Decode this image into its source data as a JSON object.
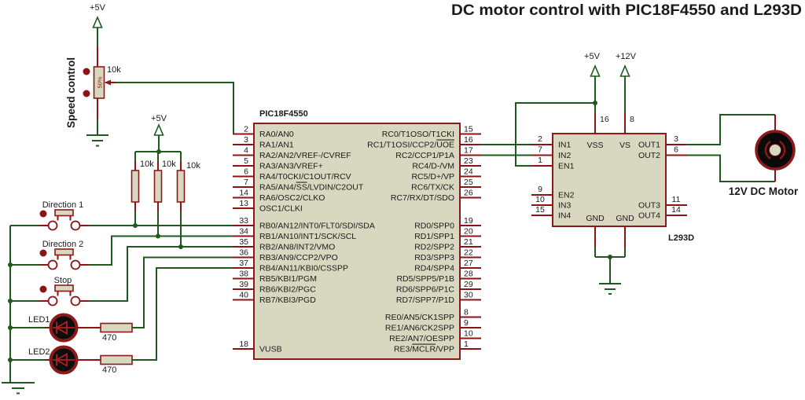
{
  "title": "DC motor control with PIC18F4550 and L293D",
  "colors": {
    "wire_green": "#1E5A1E",
    "pin_red": "#8C1414",
    "component_fill": "#D8D8C0",
    "component_border": "#8B1A1A",
    "led_symbol_red": "#B02020",
    "text": "#1A1A1A",
    "background": "#FFFFFF"
  },
  "speed_control": {
    "title": "Speed control",
    "supply": "+5V",
    "value": "10k",
    "wiper": "50%"
  },
  "pullups": {
    "supply": "+5V",
    "r1": "10k",
    "r2": "10k",
    "r3": "10k"
  },
  "buttons": {
    "b1": "Direction 1",
    "b2": "Direction 2",
    "b3": "Stop"
  },
  "leds": {
    "led1": "LED1",
    "led1_resistor": "470",
    "led2": "LED2",
    "led2_resistor": "470"
  },
  "pic": {
    "name": "PIC18F4550",
    "la": [
      {
        "num": "2",
        "label": "RA0/AN0"
      },
      {
        "num": "3",
        "label": "RA1/AN1"
      },
      {
        "num": "4",
        "label": "RA2/AN2/VREF-/CVREF"
      },
      {
        "num": "5",
        "label": "RA3/AN3/VREF+"
      },
      {
        "num": "6",
        "label": "RA4/T0CKI/C1OUT/RCV"
      },
      {
        "num": "7",
        "pre": "RA5/AN4/",
        "over": "SS",
        "post": "/LVDIN/C2OUT"
      },
      {
        "num": "14",
        "label": "RA6/OSC2/CLKO"
      },
      {
        "num": "13",
        "label": "OSC1/CLKI"
      }
    ],
    "lb": [
      {
        "num": "33",
        "label": "RB0/AN12/INT0/FLT0/SDI/SDA"
      },
      {
        "num": "34",
        "label": "RB1/AN10/INT1/SCK/SCL"
      },
      {
        "num": "35",
        "label": "RB2/AN8/INT2/VMO"
      },
      {
        "num": "36",
        "label": "RB3/AN9/CCP2/VPO"
      },
      {
        "num": "37",
        "label": "RB4/AN11/KBI0/CSSPP"
      },
      {
        "num": "38",
        "label": "RB5/KBI1/PGM"
      },
      {
        "num": "39",
        "label": "RB6/KBI2/PGC"
      },
      {
        "num": "40",
        "label": "RB7/KBI3/PGD"
      }
    ],
    "vusb": {
      "num": "18",
      "label": "VUSB"
    },
    "rc": [
      {
        "num": "15",
        "label": "RC0/T1OSO/T1CKI"
      },
      {
        "num": "16",
        "pre": "RC1/T1OSI/CCP2/",
        "over": "UOE",
        "post": ""
      },
      {
        "num": "17",
        "label": "RC2/CCP1/P1A"
      },
      {
        "num": "23",
        "label": "RC4/D-/VM"
      },
      {
        "num": "24",
        "label": "RC5/D+/VP"
      },
      {
        "num": "25",
        "label": "RC6/TX/CK"
      },
      {
        "num": "26",
        "label": "RC7/RX/DT/SDO"
      }
    ],
    "rd": [
      {
        "num": "19",
        "label": "RD0/SPP0"
      },
      {
        "num": "20",
        "label": "RD1/SPP1"
      },
      {
        "num": "21",
        "label": "RD2/SPP2"
      },
      {
        "num": "22",
        "label": "RD3/SPP3"
      },
      {
        "num": "27",
        "label": "RD4/SPP4"
      },
      {
        "num": "28",
        "label": "RD5/SPP5/P1B"
      },
      {
        "num": "29",
        "label": "RD6/SPP6/P1C"
      },
      {
        "num": "30",
        "label": "RD7/SPP7/P1D"
      }
    ],
    "re": [
      {
        "num": "8",
        "label": "RE0/AN5/CK1SPP"
      },
      {
        "num": "9",
        "label": "RE1/AN6/CK2SPP"
      },
      {
        "num": "10",
        "label": "RE2/AN7/OESPP"
      },
      {
        "num": "1",
        "pre": "RE3/",
        "over": "MCLR",
        "post": "/VPP"
      }
    ]
  },
  "l293d": {
    "name": "L293D",
    "left": [
      {
        "num": "2",
        "label": "IN1"
      },
      {
        "num": "7",
        "label": "IN2"
      },
      {
        "num": "1",
        "label": "EN1"
      },
      {
        "num": "9",
        "label": "EN2"
      },
      {
        "num": "10",
        "label": "IN3"
      },
      {
        "num": "15",
        "label": "IN4"
      }
    ],
    "right": [
      {
        "num": "3",
        "label": "OUT1"
      },
      {
        "num": "6",
        "label": "OUT2"
      },
      {
        "num": "11",
        "label": "OUT3"
      },
      {
        "num": "14",
        "label": "OUT4"
      }
    ],
    "top": [
      {
        "num": "16",
        "label": "VSS",
        "supply": "+5V"
      },
      {
        "num": "8",
        "label": "VS",
        "supply": "+12V"
      }
    ],
    "bottom": [
      {
        "label": "GND"
      },
      {
        "label": "GND"
      }
    ]
  },
  "motor": {
    "label": "12V DC Motor"
  }
}
